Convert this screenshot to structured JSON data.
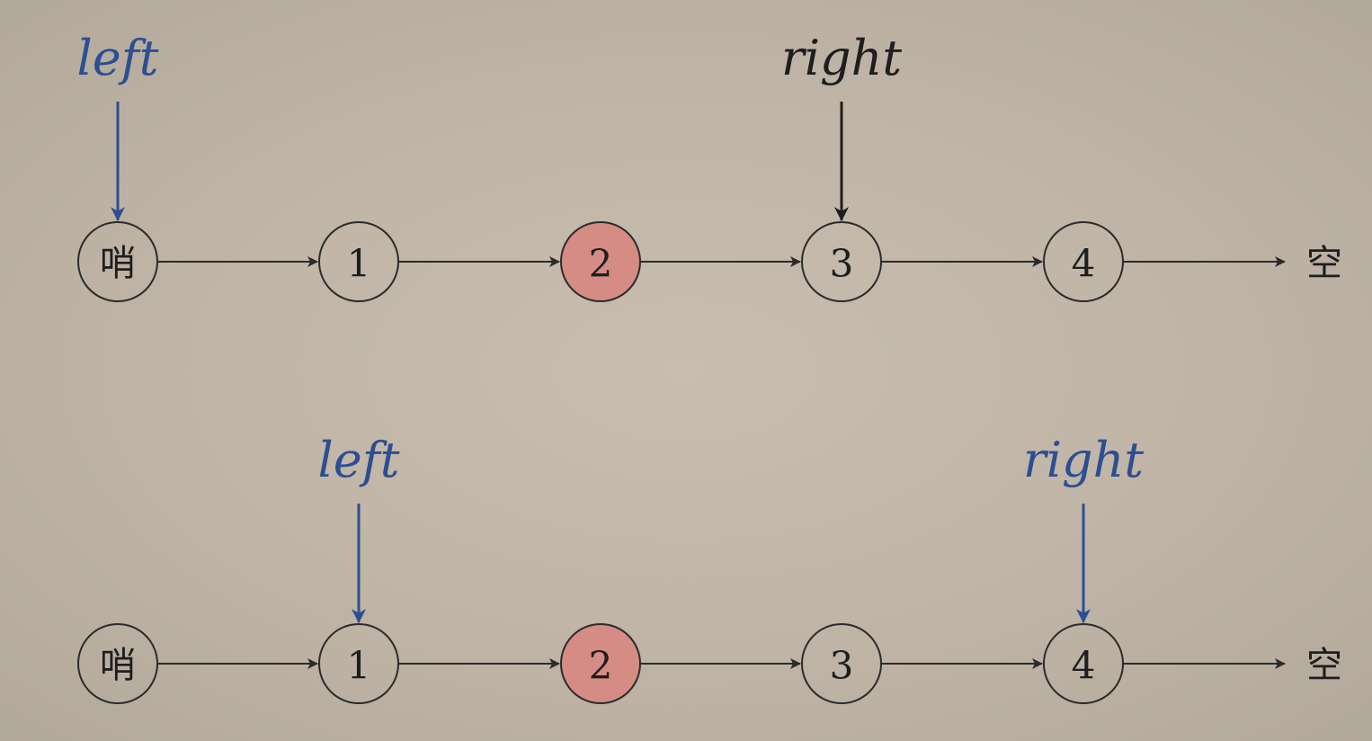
{
  "colors": {
    "node_stroke": "#2b2b2b",
    "highlight_fill": "#d58c84",
    "pointer_blue": "#2c4f91",
    "pointer_black": "#1e1e1e"
  },
  "rows": [
    {
      "nodes": [
        {
          "label": "哨",
          "highlight": false
        },
        {
          "label": "1",
          "highlight": false
        },
        {
          "label": "2",
          "highlight": true
        },
        {
          "label": "3",
          "highlight": false
        },
        {
          "label": "4",
          "highlight": false
        }
      ],
      "tail_label": "空",
      "pointers": [
        {
          "label": "left",
          "target": 0,
          "color": "blue"
        },
        {
          "label": "right",
          "target": 3,
          "color": "black"
        }
      ]
    },
    {
      "nodes": [
        {
          "label": "哨",
          "highlight": false
        },
        {
          "label": "1",
          "highlight": false
        },
        {
          "label": "2",
          "highlight": true
        },
        {
          "label": "3",
          "highlight": false
        },
        {
          "label": "4",
          "highlight": false
        }
      ],
      "tail_label": "空",
      "pointers": [
        {
          "label": "left",
          "target": 1,
          "color": "blue"
        },
        {
          "label": "right",
          "target": 4,
          "color": "blue"
        }
      ]
    }
  ]
}
